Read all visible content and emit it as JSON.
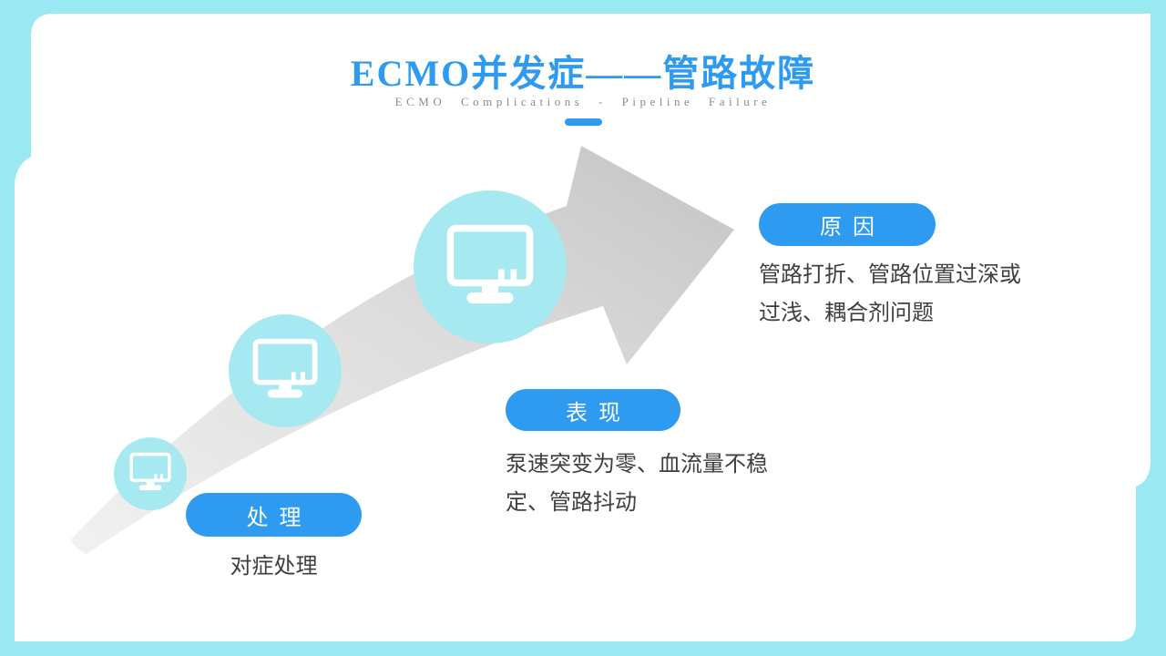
{
  "slide": {
    "title": "ECMO并发症——管路故障",
    "subtitle": "ECMO Complications - Pipeline Failure"
  },
  "steps": [
    {
      "id": "treatment",
      "label": "处理",
      "description": "对症处理",
      "icon": "monitor-icon",
      "circle_size": "small"
    },
    {
      "id": "symptom",
      "label": "表现",
      "description": "泵速突变为零、血流量不稳定、管路抖动",
      "icon": "monitor-icon",
      "circle_size": "medium"
    },
    {
      "id": "cause",
      "label": "原因",
      "description": "管路打折、管路位置过深或过浅、耦合剂问题",
      "icon": "monitor-icon",
      "circle_size": "large"
    }
  ],
  "colors": {
    "frame_cyan": "#9AE9F2",
    "circle_cyan": "#A7E9F0",
    "accent_blue": "#2E9BF0",
    "arrow_gray_light": "#F0F0F0",
    "arrow_gray_dark": "#C4C4C4",
    "text_dark": "#3F3F3F",
    "subtitle_gray": "#8C8C8C",
    "card_white": "#FFFFFF"
  }
}
